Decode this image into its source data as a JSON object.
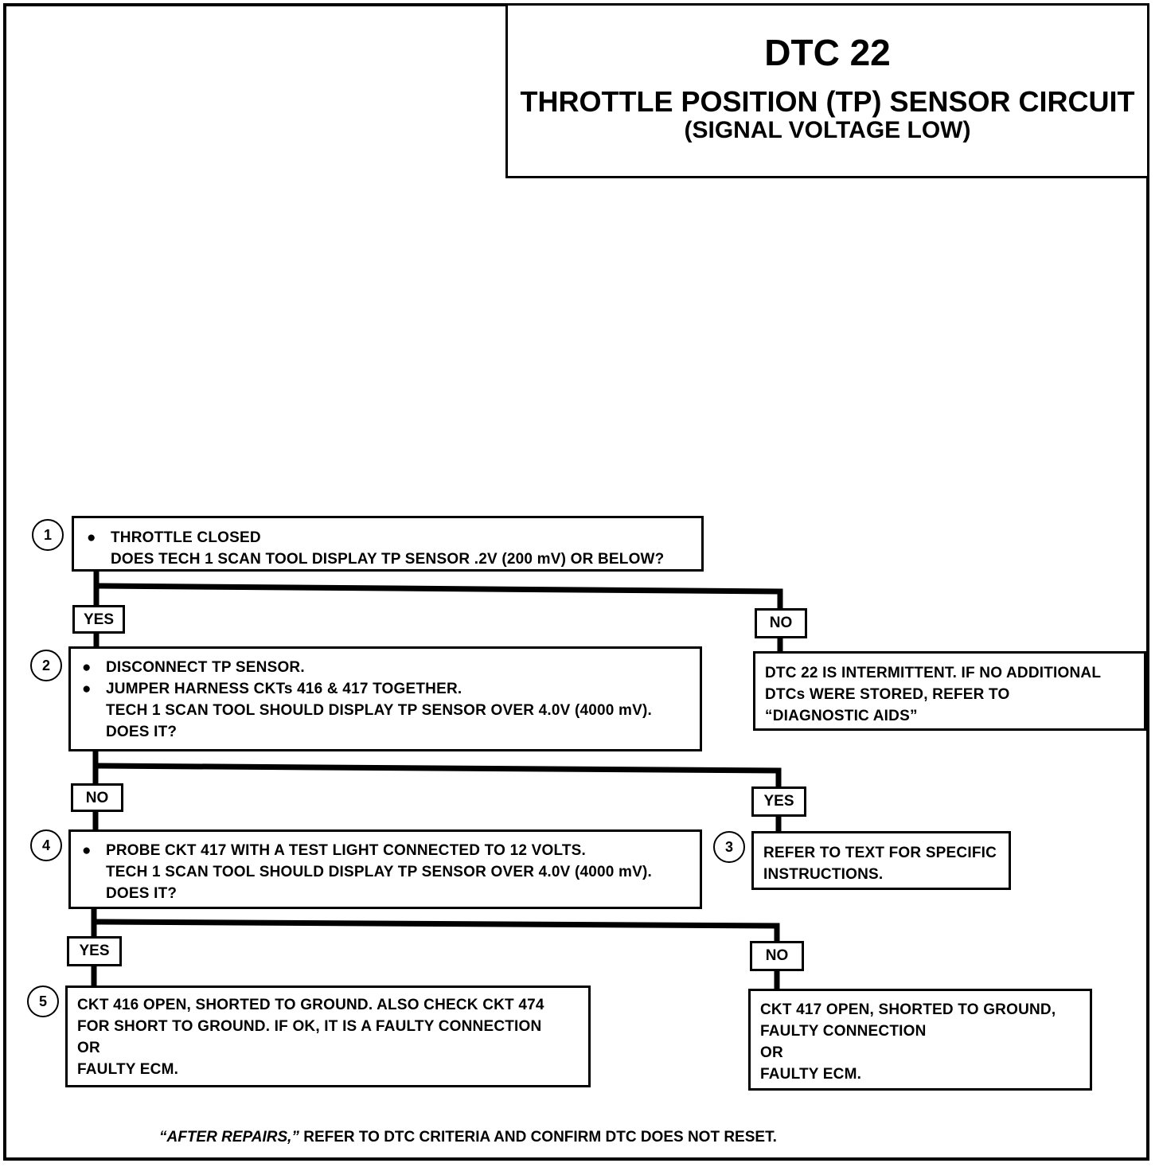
{
  "header": {
    "code": "DTC 22",
    "title": "THROTTLE POSITION (TP) SENSOR CIRCUIT",
    "subtitle": "(SIGNAL VOLTAGE LOW)"
  },
  "steps": {
    "s1": {
      "number": "1",
      "lines": [
        "THROTTLE CLOSED",
        "DOES TECH 1 SCAN TOOL DISPLAY TP SENSOR .2V (200 mV) OR BELOW?"
      ]
    },
    "s2": {
      "number": "2",
      "lines": [
        "DISCONNECT TP SENSOR.",
        "JUMPER HARNESS CKTs 416 & 417 TOGETHER.",
        "TECH 1 SCAN TOOL SHOULD DISPLAY TP SENSOR OVER  4.0V (4000 mV).",
        "DOES IT?"
      ]
    },
    "s3": {
      "number": "3",
      "lines": [
        "REFER TO TEXT FOR SPECIFIC",
        "INSTRUCTIONS."
      ]
    },
    "s4": {
      "number": "4",
      "lines": [
        "PROBE CKT 417 WITH A TEST LIGHT CONNECTED TO 12 VOLTS.",
        "TECH 1 SCAN TOOL SHOULD DISPLAY TP SENSOR OVER  4.0V (4000 mV).",
        "DOES IT?"
      ]
    },
    "s5": {
      "number": "5",
      "lines": [
        "CKT 416 OPEN, SHORTED TO GROUND.  ALSO CHECK CKT 474",
        "FOR SHORT TO GROUND.  IF OK, IT IS A FAULTY CONNECTION",
        "OR",
        "FAULTY ECM."
      ]
    },
    "intermittent": {
      "lines": [
        "DTC 22 IS INTERMITTENT.  IF NO ADDITIONAL",
        "DTCs WERE STORED, REFER TO",
        "“DIAGNOSTIC AIDS”"
      ]
    },
    "ckt417": {
      "lines": [
        "CKT 417 OPEN, SHORTED TO GROUND,",
        "FAULTY CONNECTION",
        "OR",
        "FAULTY ECM."
      ]
    }
  },
  "tags": {
    "yes_1": "YES",
    "no_1": "NO",
    "no_2": "NO",
    "yes_2": "YES",
    "yes_4": "YES",
    "no_4": "NO"
  },
  "footer": {
    "quote": "“AFTER REPAIRS,”",
    "text": " REFER TO DTC CRITERIA AND CONFIRM DTC DOES NOT RESET."
  }
}
